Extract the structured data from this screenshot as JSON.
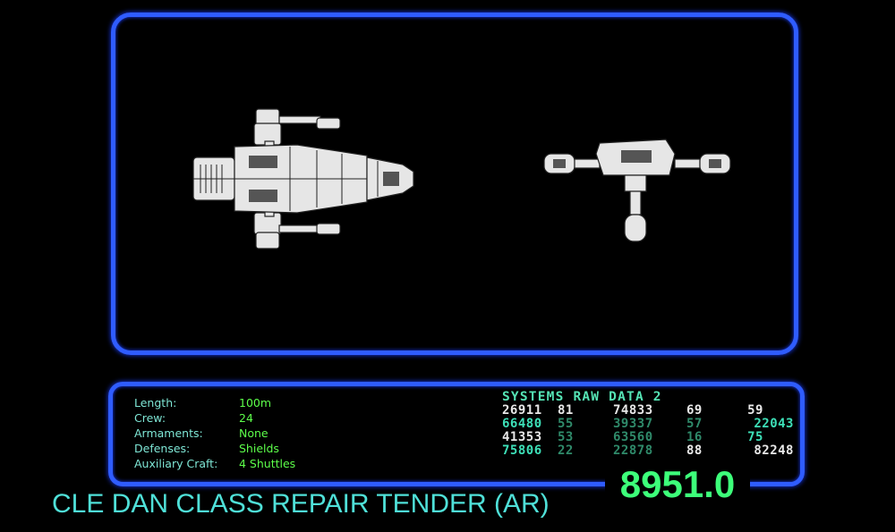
{
  "ship_title": "CLE DAN CLASS REPAIR TENDER (AR)",
  "stardate": "8951.0",
  "specs": [
    {
      "label": "Length:",
      "value": "100m"
    },
    {
      "label": "Crew:",
      "value": "24"
    },
    {
      "label": "Armaments:",
      "value": "None"
    },
    {
      "label": "Defenses:",
      "value": "Shields"
    },
    {
      "label": "Auxiliary Craft:",
      "value": "4 Shuttles"
    }
  ],
  "raw_data": {
    "title": "SYSTEMS RAW DATA 2",
    "rows": [
      [
        "26911",
        "81",
        "74833",
        "69",
        "59"
      ],
      [
        "66480",
        "55",
        "39337",
        "57",
        "22043"
      ],
      [
        "41353",
        "53",
        "63560",
        "16",
        "75"
      ],
      [
        "75806",
        "22",
        "22878",
        "88",
        "82248"
      ]
    ]
  },
  "colors": {
    "frame": "#2f5cff",
    "label": "#7fe7d6",
    "value": "#5dff4a",
    "stardate": "#3dff7a",
    "title": "#4fe0d8"
  }
}
